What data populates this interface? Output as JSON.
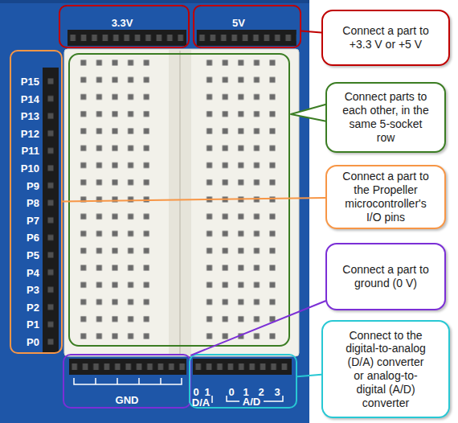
{
  "diagram": {
    "nodes": [
      {
        "text": [
          "3.3V"
        ]
      },
      {
        "text": [
          "5V"
        ]
      },
      {
        "text": [
          "Connect a part to +3.3 V or +5 V"
        ]
      },
      {
        "text": [
          "P15",
          "P14",
          "P13",
          "P12",
          "P11",
          "P10",
          "P9",
          "P8",
          "P7",
          "P6",
          "P5",
          "P4",
          "P3",
          "P2",
          "P1",
          "P0"
        ]
      },
      {
        "text": [
          "Connect parts to each other, in the same 5-socket row"
        ]
      },
      {
        "text": [
          "Connect a part to the Propeller microcontroller's I/O pins"
        ]
      },
      {
        "text": [
          "Connect a part to ground (0 V)"
        ]
      },
      {
        "text": [
          "GND"
        ]
      },
      {
        "text": [
          "0",
          "1",
          "0",
          "1",
          "2",
          "3",
          "D/A",
          "A/D"
        ]
      },
      {
        "text": [
          "Connect to the digital-to-analog (D/A) converter or analog-to-digital (A/D) converter"
        ]
      }
    ],
    "edges": [
      {
        "from": 2,
        "to": 1,
        "arrow": "none"
      },
      {
        "from": 5,
        "to": 3,
        "arrow": "none"
      },
      {
        "from": 6,
        "to": 7,
        "arrow": "none"
      },
      {
        "from": 9,
        "to": 8,
        "arrow": "none"
      }
    ]
  }
}
